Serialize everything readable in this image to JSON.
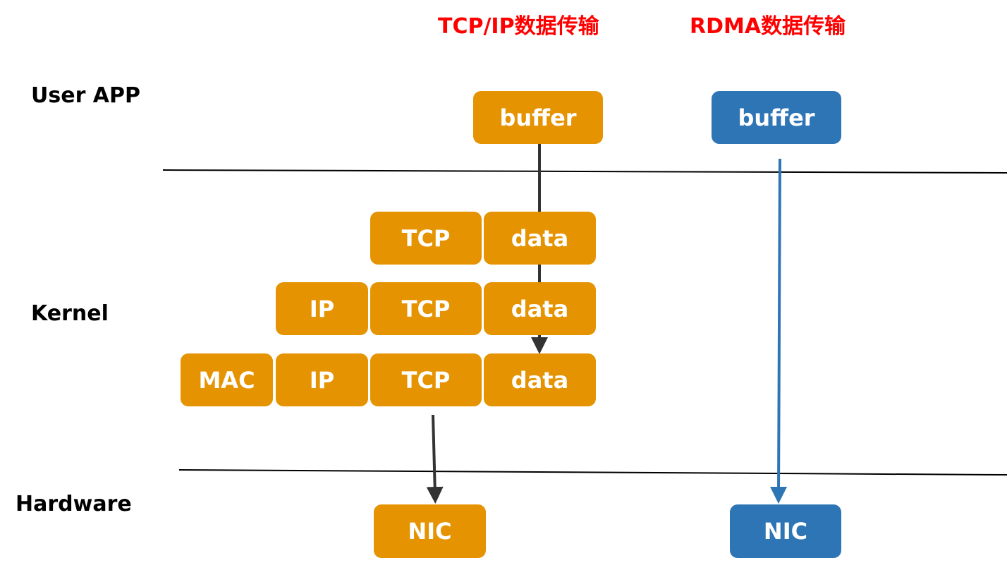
{
  "titles": {
    "tcpip": "TCP/IP数据传输",
    "rdma": "RDMA数据传输"
  },
  "layers": {
    "user_app": "User APP",
    "kernel": "Kernel",
    "hardware": "Hardware"
  },
  "tcpip": {
    "buffer": "buffer",
    "row1": [
      "TCP",
      "data"
    ],
    "row2": [
      "IP",
      "TCP",
      "data"
    ],
    "row3": [
      "MAC",
      "IP",
      "TCP",
      "data"
    ],
    "nic": "NIC"
  },
  "rdma": {
    "buffer": "buffer",
    "nic": "NIC"
  },
  "colors": {
    "title": "#ff0000",
    "tcpip_box": "#e59300",
    "rdma_box": "#2e75b6",
    "tcpip_arrow": "#333333",
    "rdma_arrow": "#2e75b6",
    "separator": "#000000"
  }
}
